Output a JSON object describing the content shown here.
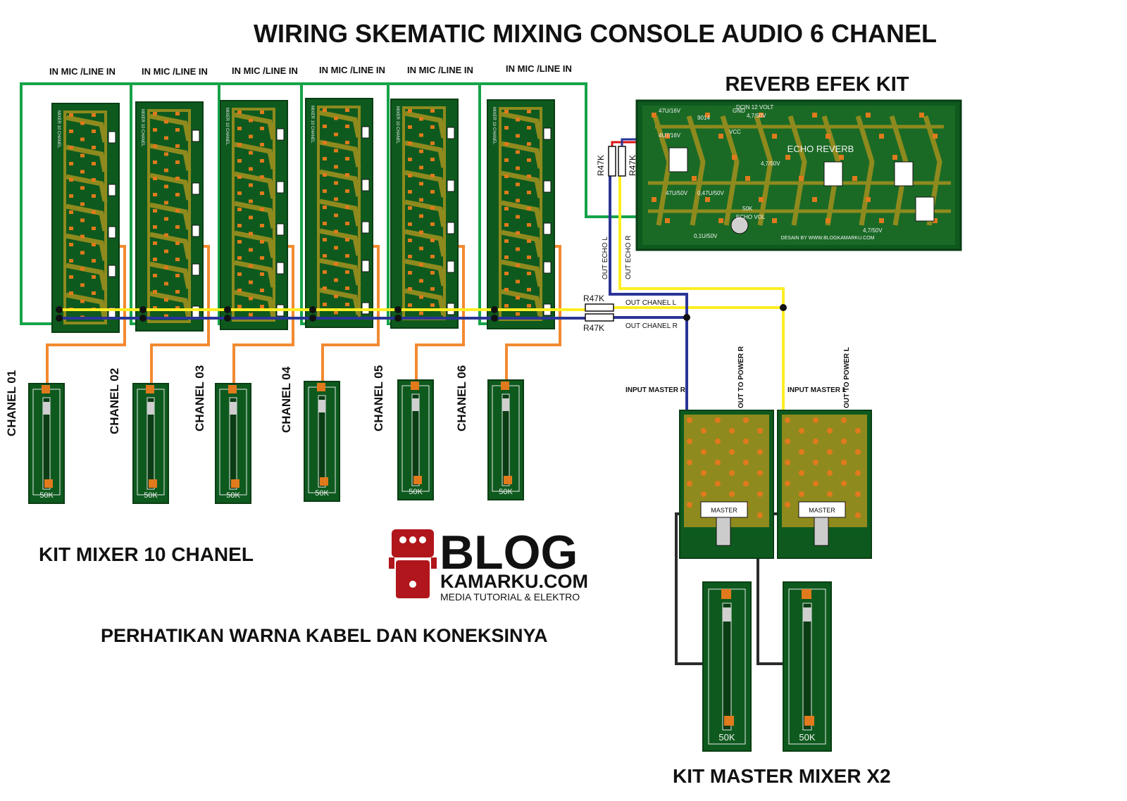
{
  "title": "WIRING SKEMATIC MIXING CONSOLE AUDIO 6 CHANEL",
  "input_label": "IN MIC /LINE IN",
  "channels": [
    "CHANEL 01",
    "CHANEL 02",
    "CHANEL 03",
    "CHANEL 04",
    "CHANEL 05",
    "CHANEL 06"
  ],
  "fader_value": "50K",
  "mixer_kit_label": "KIT MIXER 10 CHANEL",
  "reverb_title": "REVERB EFEK KIT",
  "reverb_board": {
    "main_label": "ECHO REVERB",
    "labels": [
      "47U/16V",
      "9014",
      "DCIN 12 VOLT",
      "4,7/50V",
      "4U7/16V",
      "VCC",
      "GND",
      "4,7/50V",
      "47U/50V",
      "0,47U/50V",
      "ECHO VOL",
      "50K",
      "0,1U/50V",
      "4,7/50V"
    ],
    "footer": "DESAIN BY WWW.BLOGKAMARKU.COM"
  },
  "resistor_label": "R47K",
  "signals": {
    "out_echo_l": "OUT ECHO L",
    "out_echo_r": "OUT ECHO R",
    "out_chanel_l": "OUT CHANEL L",
    "out_chanel_r": "OUT CHANEL R",
    "input_master_r": "INPUT MASTER R",
    "input_master_l": "INPUT MASTER L",
    "out_power_r": "OUT TO POWER R",
    "out_power_l": "OUT TO POWER L"
  },
  "master_board_label": "MASTER",
  "master_kit_label": "KIT MASTER MIXER X2",
  "notice": "PERHATIKAN WARNA KABEL DAN KONEKSINYA",
  "logo": {
    "blog": "BLOG",
    "site": "KAMARKU.COM",
    "tagline": "MEDIA TUTORIAL & ELEKTRO"
  },
  "colors": {
    "pcb": "#0e5a1e",
    "pcb_trace": "#8f8a1e",
    "pad": "#e07a1c",
    "wire_green": "#16a34a",
    "wire_yellow": "#ffee22",
    "wire_blue": "#2a3596",
    "wire_orange": "#f28a30",
    "wire_black": "#2b2b2b",
    "wire_red": "#dd1111",
    "logo_red": "#b0161b"
  }
}
